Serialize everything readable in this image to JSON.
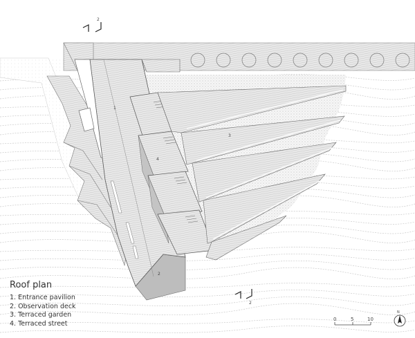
{
  "legend": {
    "title": "Roof plan",
    "items": [
      "1. Entrance pavilion",
      "2. Observation deck",
      "3. Terraced garden",
      "4. Terraced street"
    ]
  },
  "plan_labels": {
    "n1": "1",
    "n2": "2",
    "n3": "3",
    "n4": "4"
  },
  "section_marks": {
    "top": "2",
    "bottom": "2"
  },
  "scale_bar": {
    "t0": "0",
    "t5": "5",
    "t10": "10"
  },
  "north_arrow": {
    "label": "N"
  },
  "colors": {
    "ground_lines": "#c8c8c8",
    "hatch": "#b0b0b0",
    "roof_fill": "#e6e6e6",
    "shadow": "#bdbdbd",
    "outline": "#555555"
  }
}
